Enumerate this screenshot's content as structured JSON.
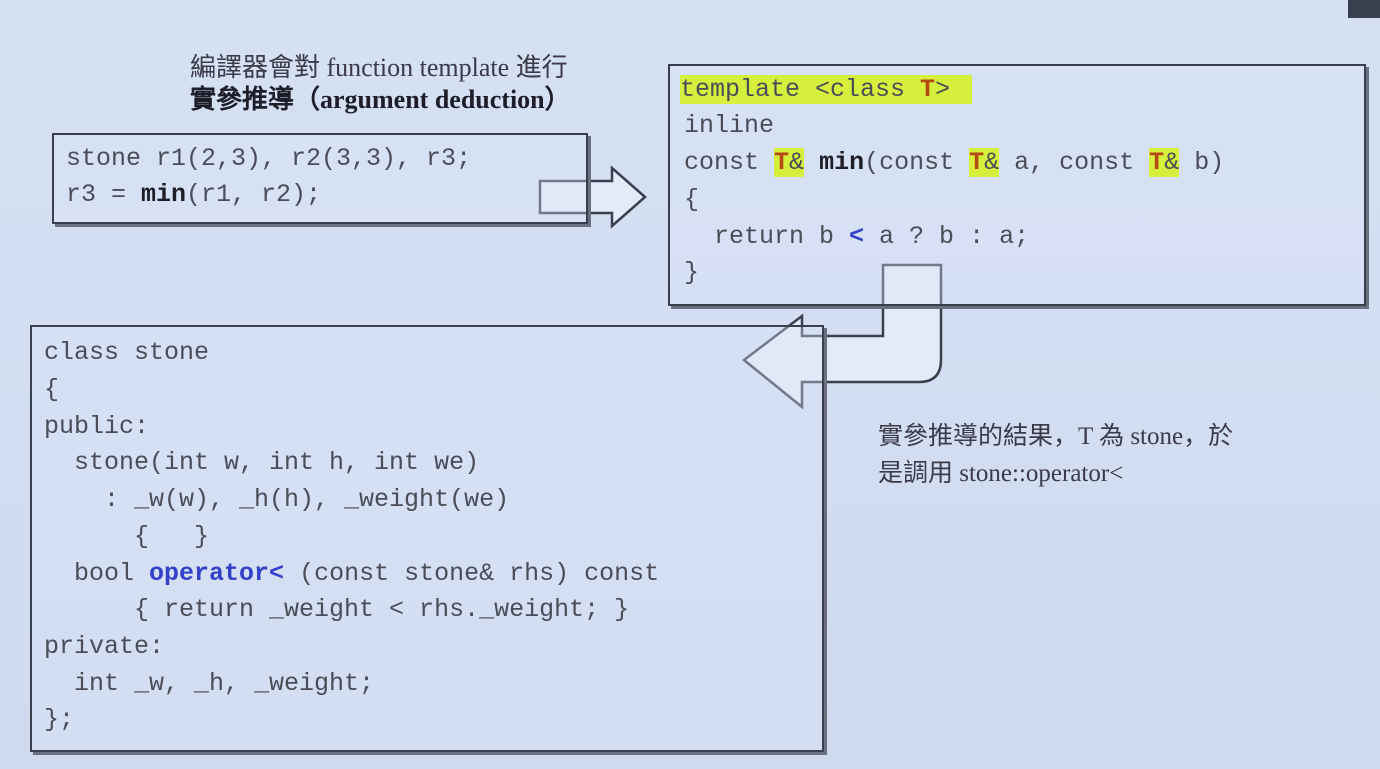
{
  "caption_top": {
    "line1": "編譯器會對 function template 進行",
    "line2_prefix": "實參推導（",
    "line2_bold": "argument deduction",
    "line2_suffix": "）"
  },
  "call_box": {
    "line1": "stone r1(2,3), r2(3,3), r3;",
    "line2_a": "r3 = ",
    "line2_b": "min",
    "line2_c": "(r1, r2);"
  },
  "template_box": {
    "l1_a": "template <class ",
    "l1_T": "T",
    "l1_b": ">",
    "l2": "inline",
    "l3_a": "const ",
    "T": "T",
    "amp": "&",
    "l3_min": "min",
    "l3_b": "(const ",
    "l3_c": " a, const ",
    "l3_d": " b)",
    "l4": "{",
    "l5_a": "  return b ",
    "l5_lt": "<",
    "l5_b": " a ? b : a;",
    "l6": "}"
  },
  "class_box": {
    "l1": "class stone",
    "l2": "{",
    "l3": "public:",
    "l4": "  stone(int w, int h, int we)",
    "l5": "    : _w(w), _h(h), _weight(we)",
    "l6": "      {   }",
    "l7_a": "  bool ",
    "l7_op": "operator<",
    "l7_b": " (const stone& rhs) const",
    "l8": "      { return _weight < rhs._weight; }",
    "l9": "private:",
    "l10": "  int _w, _h, _weight;",
    "l11": "};"
  },
  "caption_result": {
    "line1": "實參推導的結果，T 為 stone，於",
    "line2": "是調用 stone::operator<"
  },
  "colors": {
    "highlight": "#d6ee3c",
    "type_param": "#b44a12",
    "operator": "#3340c8"
  }
}
